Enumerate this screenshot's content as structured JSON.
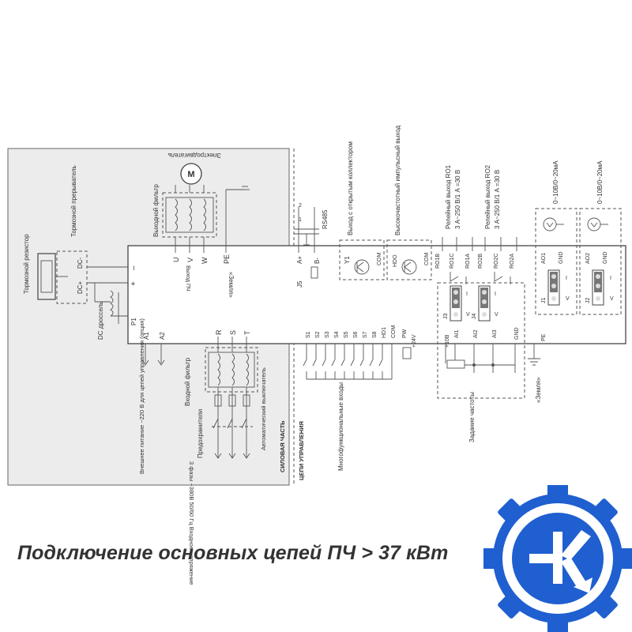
{
  "caption": "Подключение основных цепей ПЧ > 37 кВт",
  "logo": {
    "name": "K-logo",
    "gear_color": "#1f5fd0",
    "ring_color": "#ffffff",
    "core_color": "#1f5fd0",
    "mark_color": "#ffffff"
  },
  "labels": {
    "brake_resistor": "Тормозной резистор",
    "brake_chopper": "Тормозной прерыватель",
    "dc_plus": "DC+",
    "dc_minus": "DC-",
    "dc_choke": "DC дроссель",
    "out_filter": "Выходной фильтр",
    "motor": "Электродвигатель",
    "motor_m": "M",
    "out_u": "U",
    "out_v": "V",
    "out_w": "W",
    "out_pe": "PE",
    "pch_out": "Выход ПЧ",
    "ground1": "«Земля»",
    "minus": "–",
    "plus": "+",
    "p1": "P1",
    "a1": "A1",
    "a2": "A2",
    "ext_power": "Внешнее питание ~220 В для цепей управления (опция)",
    "in_filter": "Входной фильтр",
    "in_r": "R",
    "in_s": "S",
    "in_t": "T",
    "fuses": "Предохранители",
    "breaker": "Автоматический выключатель",
    "mains": "3 фазы ~380В 50/60 Гц Входное напряжение",
    "power_part": "СИЛОВАЯ ЧАСТЬ",
    "control_part": "ЦЕПИ УПРАВЛЕНИЯ",
    "rs485": "RS485",
    "a_plus": "A+",
    "b_minus": "B-",
    "j5": "J5",
    "j5_pins": [
      "1",
      "2"
    ],
    "open_collector": "Выход с открытым коллектором",
    "y1": "Y1",
    "com": "COM",
    "hs_out": "Высокочастотный импульсный выход",
    "hdo": "HDO",
    "relay1": "Релейный выход RO1",
    "relay1_rating": "3 А~250 В/1 А =30 В",
    "relay2": "Релейный выход RO2",
    "relay2_rating": "3 А~250 В/1 А =30 В",
    "ro1b": "RO1B",
    "ro1c": "RO1C",
    "ro1a": "RO1A",
    "ro2b": "RO2B",
    "ro2c": "RO2C",
    "ro2a": "RO2A",
    "ao_range1": "0~10В/0~20мА",
    "ao_range2": "0~10В/0~20мА",
    "ao1": "AO1",
    "ao2": "AO2",
    "gnd": "GND",
    "j1": "J1",
    "j2": "J2",
    "jp_i": "I",
    "jp_v": "V",
    "inputs": [
      "S1",
      "S2",
      "S3",
      "S4",
      "S5",
      "S6",
      "S7",
      "S8",
      "HD1",
      "COM"
    ],
    "pw": "PW",
    "p24": "+24V",
    "multi_inputs": "Многофункциональные входы",
    "j3": "J3",
    "j4": "J4",
    "p10v": "+10В",
    "ai1": "AI1",
    "ai2": "AI2",
    "ai3": "AI3",
    "freq_set": "Задание частоты",
    "pe": "PE",
    "ground2": "«Земля»"
  }
}
